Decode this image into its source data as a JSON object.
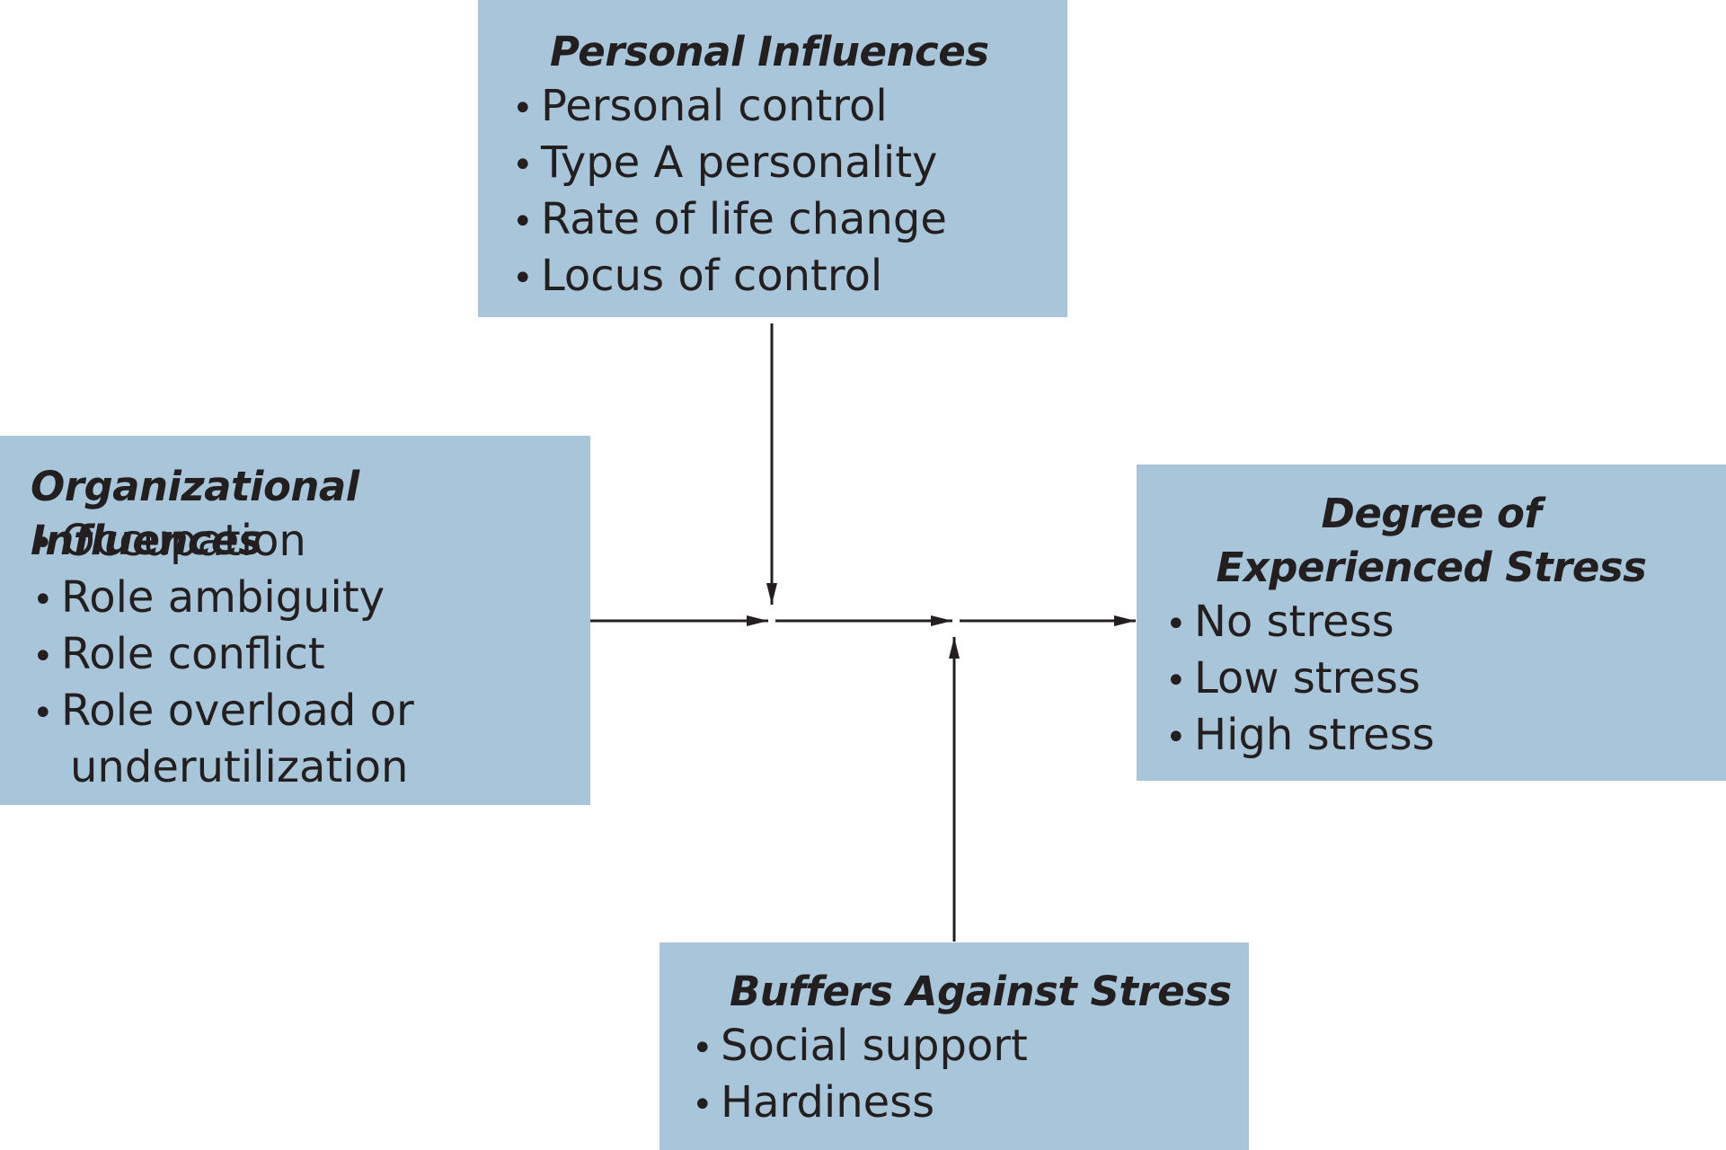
{
  "personal": {
    "title": "Personal Influences",
    "items": [
      "Personal control",
      "Type A personality",
      "Rate of life change",
      "Locus of control"
    ]
  },
  "organizational": {
    "title": "Organizational Influences",
    "items": [
      "Occupation",
      "Role ambiguity",
      "Role conflict",
      "Role overload or"
    ],
    "item4_continuation": "underutilization"
  },
  "degree": {
    "title_line1": "Degree of",
    "title_line2": "Experienced Stress",
    "items": [
      "No stress",
      "Low stress",
      "High stress"
    ]
  },
  "buffers": {
    "title": "Buffers Against Stress",
    "items": [
      "Social support",
      "Hardiness"
    ]
  },
  "bullet": "•",
  "colors": {
    "box_fill": "#a8c5d9",
    "text": "#231f20",
    "arrow": "#231f20"
  }
}
